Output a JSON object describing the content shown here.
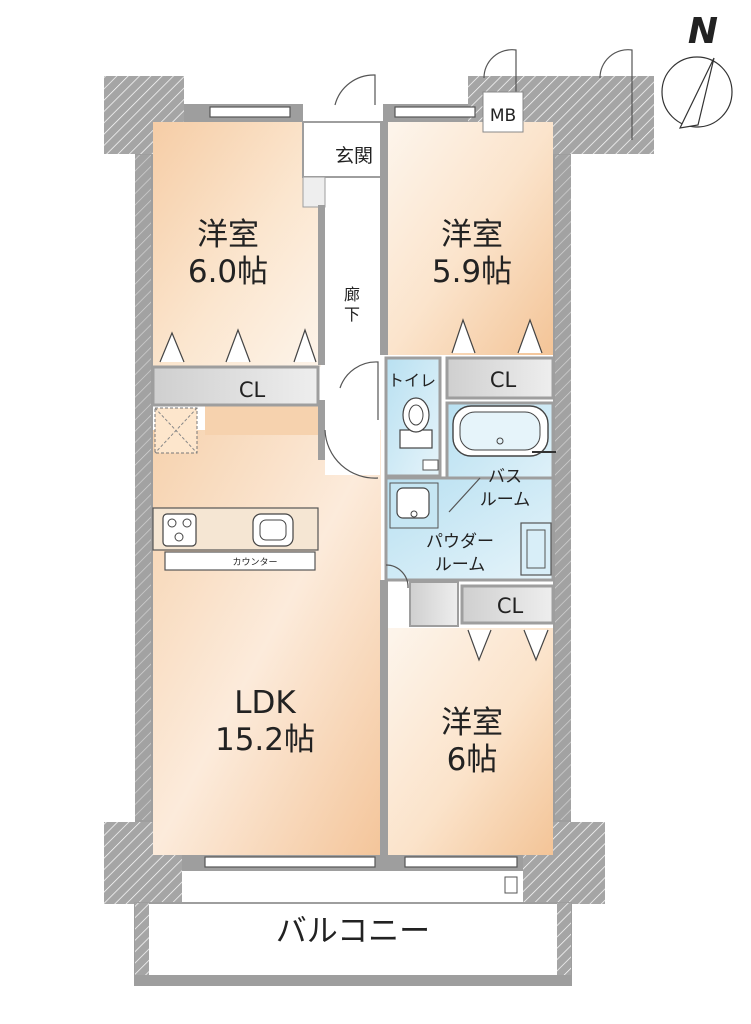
{
  "compass": {
    "letter": "N"
  },
  "rooms": {
    "western1": {
      "name": "洋室",
      "size": "6.0帖"
    },
    "western2": {
      "name": "洋室",
      "size": "5.9帖"
    },
    "western3": {
      "name": "洋室",
      "size": "6帖"
    },
    "ldk": {
      "name": "LDK",
      "size": "15.2帖"
    }
  },
  "labels": {
    "entrance": "玄関",
    "mb": "MB",
    "hall_top": "廊",
    "hall_bottom": "下",
    "toilet": "トイレ",
    "bath_line1": "バス",
    "bath_line2": "ルーム",
    "powder_line1": "パウダー",
    "powder_line2": "ルーム",
    "closet1": "CL",
    "closet2": "CL",
    "closet3": "CL",
    "counter": "カウンター",
    "balcony": "バルコニー"
  },
  "colors": {
    "wall": "#999999",
    "room_light": "#fdf3e7",
    "room_warm": "#f4c9a0",
    "wet_area": "#c6e6f3",
    "closet": "#d4d4d4"
  }
}
